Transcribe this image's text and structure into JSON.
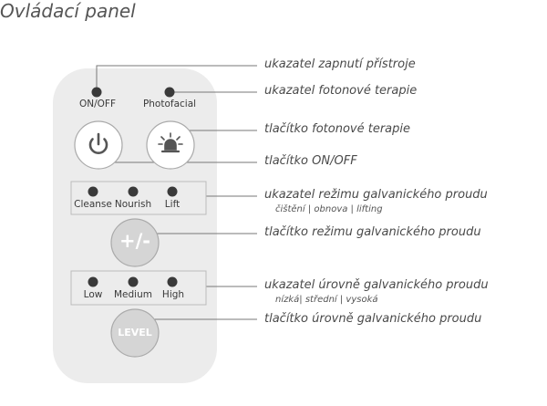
{
  "title": "Ovládací panel",
  "indicators": {
    "on_off": "ON/OFF",
    "photofacial": "Photofacial",
    "cleanse": "Cleanse",
    "nourish": "Nourish",
    "lift": "Lift",
    "low": "Low",
    "medium": "Medium",
    "high": "High"
  },
  "buttons": {
    "mode": "+/-",
    "level": "LEVEL"
  },
  "icons": {
    "power": "power-icon",
    "photo": "beacon-light-icon"
  },
  "callouts": {
    "power_indicator": "ukazatel zapnutí přístroje",
    "photo_indicator": "ukazatel fotonové terapie",
    "photo_button": "tlačítko fotonové terapie",
    "power_button": "tlačítko ON/OFF",
    "mode_indicator": "ukazatel režimu galvanického proudu",
    "mode_indicator_sub": "čištění | obnova | lifting",
    "mode_button": "tlačítko režimu galvanického proudu",
    "level_indicator": "ukazatel úrovně galvanického proudu",
    "level_indicator_sub": "nízká| střední | vysoká",
    "level_button": "tlačítko úrovně galvanického proudu"
  }
}
